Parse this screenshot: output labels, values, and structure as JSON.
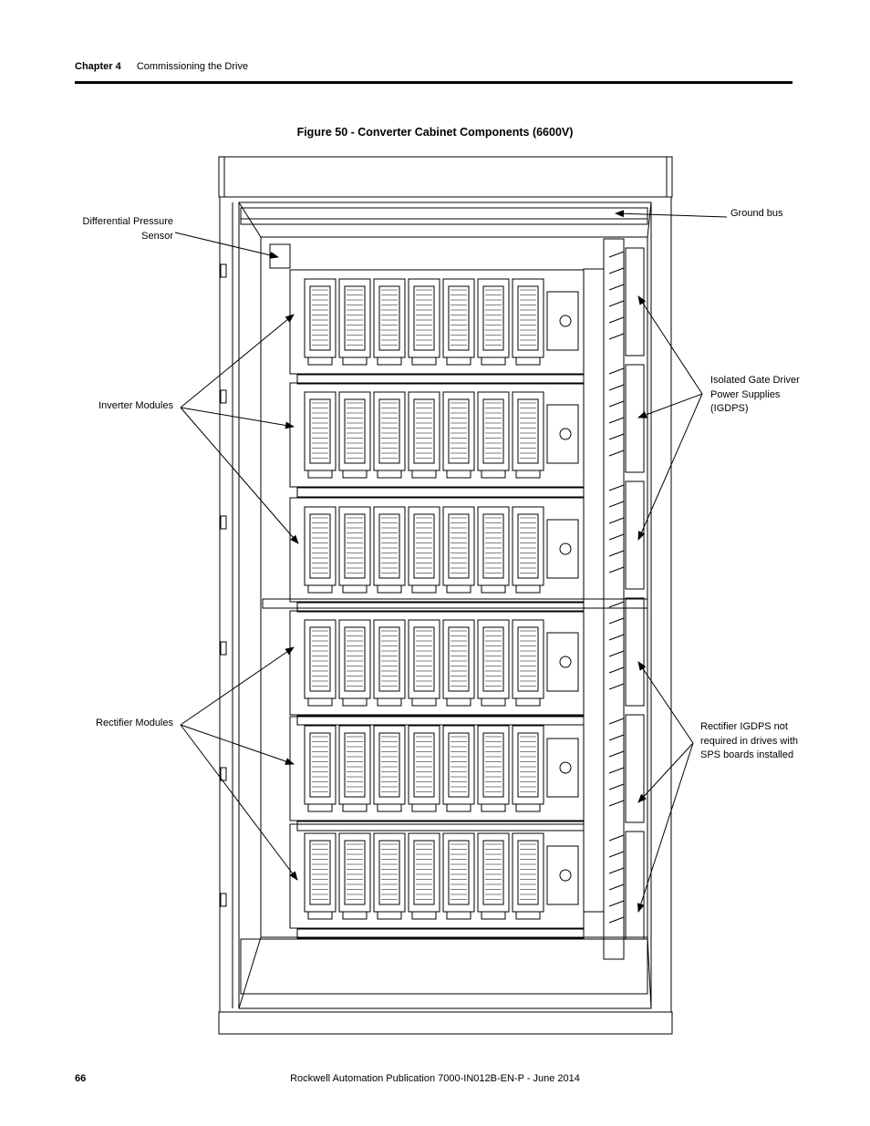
{
  "header": {
    "chapter": "Chapter 4",
    "title": "Commissioning the Drive"
  },
  "figure": {
    "title": "Figure 50 - Converter Cabinet Components (6600V)"
  },
  "callouts": {
    "differential_pressure_sensor": [
      "Differential Pressure",
      "Sensor"
    ],
    "ground_bus": "Ground bus",
    "inverter_modules": "Inverter Modules",
    "rectifier_modules": "Rectifier Modules",
    "igdps": [
      "Isolated Gate Driver",
      "Power Supplies",
      "(IGDPS)"
    ],
    "rectifier_igdps": [
      "Rectifier IGDPS not",
      "required in drives with",
      "SPS boards installed"
    ]
  },
  "footer": {
    "page_number": "66",
    "publication": "Rockwell Automation Publication 7000-IN012B-EN-P - June 2014"
  },
  "colors": {
    "ink": "#000000",
    "paper": "#ffffff"
  }
}
